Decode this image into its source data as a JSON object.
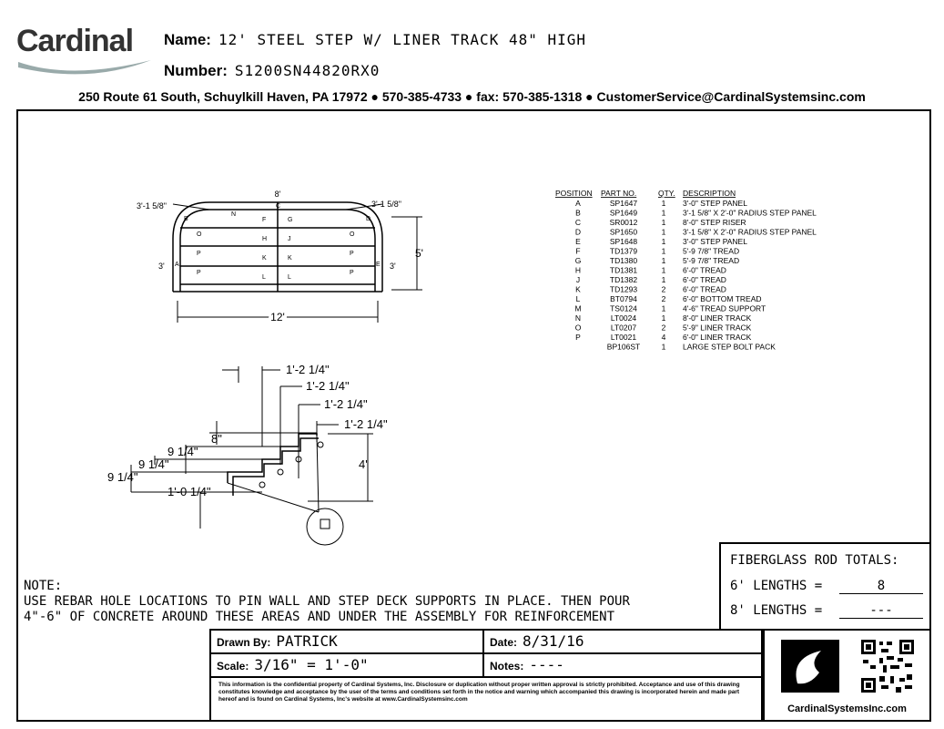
{
  "header": {
    "logo_text": "Cardinal",
    "name_label": "Name:",
    "name_value": "12' STEEL STEP W/ LINER TRACK 48\" HIGH",
    "number_label": "Number:",
    "number_value": "S1200SN44820RX0",
    "address": "250 Route 61 South, Schuylkill Haven, PA 17972 ● 570-385-4733 ● fax: 570-385-1318 ● CustomerService@CardinalSystemsinc.com"
  },
  "parts_table": {
    "headers": [
      "POSITION",
      "PART NO.",
      "QTY.",
      "DESCRIPTION"
    ],
    "rows": [
      [
        "A",
        "SP1647",
        "1",
        "3'-0\" STEP PANEL"
      ],
      [
        "B",
        "SP1649",
        "1",
        "3'-1 5/8\" X 2'-0\" RADIUS STEP PANEL"
      ],
      [
        "C",
        "SR0012",
        "1",
        "8'-0\" STEP RISER"
      ],
      [
        "D",
        "SP1650",
        "1",
        "3'-1 5/8\" X 2'-0\" RADIUS STEP PANEL"
      ],
      [
        "E",
        "SP1648",
        "1",
        "3'-0\" STEP PANEL"
      ],
      [
        "F",
        "TD1379",
        "1",
        "5'-9 7/8\" TREAD"
      ],
      [
        "G",
        "TD1380",
        "1",
        "5'-9 7/8\" TREAD"
      ],
      [
        "H",
        "TD1381",
        "1",
        "6'-0\" TREAD"
      ],
      [
        "J",
        "TD1382",
        "1",
        "6'-0\" TREAD"
      ],
      [
        "K",
        "TD1293",
        "2",
        "6'-0\" TREAD"
      ],
      [
        "L",
        "BT0794",
        "2",
        "6'-0\" BOTTOM TREAD"
      ],
      [
        "M",
        "TS0124",
        "1",
        "4'-6\" TREAD SUPPORT"
      ],
      [
        "N",
        "LT0024",
        "1",
        "8'-0\" LINER TRACK"
      ],
      [
        "O",
        "LT0207",
        "2",
        "5'-9\" LINER TRACK"
      ],
      [
        "P",
        "LT0021",
        "4",
        "6'-0\" LINER TRACK"
      ],
      [
        "",
        "BP106ST",
        "1",
        "LARGE STEP BOLT PACK"
      ]
    ]
  },
  "plan_view": {
    "dim_top": "8'",
    "dim_left_radius": "3'-1 5/8\"",
    "dim_right_radius": "3'-1 5/8\"",
    "dim_left_side": "3'",
    "dim_right_side": "3'",
    "dim_height": "5'",
    "dim_width": "12'",
    "labels": {
      "A": "A",
      "B": "B",
      "C": "C",
      "D": "D",
      "E": "E",
      "F": "F",
      "G": "G",
      "H": "H",
      "J": "J",
      "K": "K",
      "L": "L",
      "N": "N",
      "O": "O",
      "P": "P"
    }
  },
  "section_view": {
    "run_1": "1'-2 1/4\"",
    "run_2": "1'-2 1/4\"",
    "run_3": "1'-2 1/4\"",
    "run_4": "1'-2 1/4\"",
    "rise_top": "8\"",
    "rise_2": "9 1/4\"",
    "rise_3": "9 1/4\"",
    "rise_4": "9 1/4\"",
    "bottom_run": "1'-0 1/4\"",
    "total_height": "4'"
  },
  "note": {
    "title": "NOTE:",
    "line1": "USE REBAR HOLE LOCATIONS TO PIN WALL AND STEP DECK SUPPORTS IN PLACE.  THEN POUR",
    "line2": "4\"-6\" OF CONCRETE AROUND THESE AREAS AND UNDER THE ASSEMBLY FOR REINFORCEMENT"
  },
  "rod_totals": {
    "title": "FIBERGLASS ROD TOTALS:",
    "six_label": "6' LENGTHS  =",
    "six_value": "8",
    "eight_label": "8' LENGTHS  =",
    "eight_value": "---"
  },
  "title_block": {
    "drawn_by_label": "Drawn By:",
    "drawn_by_value": "PATRICK",
    "date_label": "Date:",
    "date_value": "8/31/16",
    "scale_label": "Scale:",
    "scale_value": "3/16\" = 1'-0\"",
    "notes_label": "Notes:",
    "notes_value": "----",
    "legal": "This information is the confidential property of Cardinal Systems, Inc. Disclosure or duplication without proper written approval is strictly prohibited. Acceptance and use of this drawing constitutes knowledge and acceptance by the user of the terms and conditions set forth in the notice and warning which accompanied this drawing is incorporated herein and made part hereof and is found on Cardinal Systems, Inc's website at www.CardinalSystemsinc.com"
  },
  "brand": {
    "url": "CardinalSystemsInc.com"
  }
}
